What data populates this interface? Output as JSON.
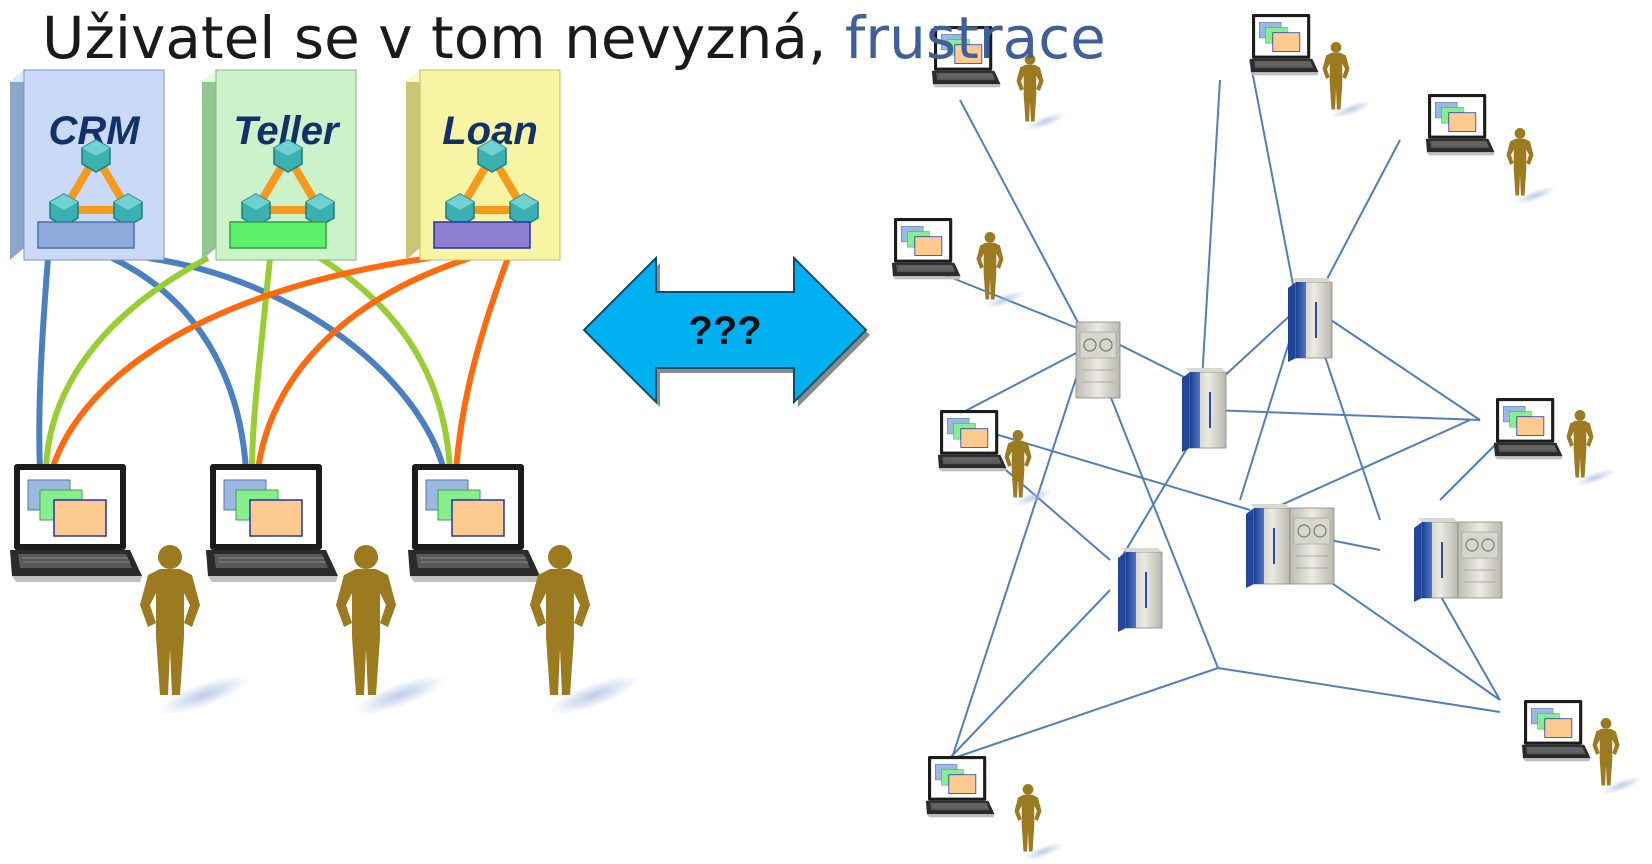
{
  "title": {
    "text": "Uživatel se v tom nevyzná, ",
    "accent": "frustrace"
  },
  "applications": [
    {
      "label": "CRM",
      "color": "#c9d9f7",
      "accent": "#4a7fc1",
      "panel": "#8eaadb"
    },
    {
      "label": "Teller",
      "color": "#cbf2c8",
      "accent": "#9acd32",
      "panel": "#5ef06a"
    },
    {
      "label": "Loan",
      "color": "#f7f4a3",
      "accent": "#ff6a0e",
      "panel": "#8c7ed0"
    }
  ],
  "arrow": {
    "label": "???",
    "color": "#00b0f0"
  },
  "colors": {
    "network_line": "#4f7fc0",
    "person": "#9c7a1f"
  }
}
